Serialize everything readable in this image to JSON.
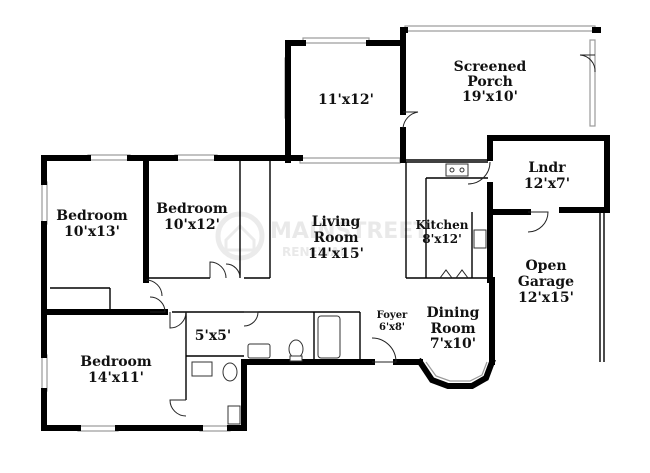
{
  "rooms": {
    "screened_porch": {
      "name": "Screened Porch",
      "line1": "Screened",
      "line2": "Porch",
      "size": "19'x10'"
    },
    "room_11x12": {
      "size": "11'x12'"
    },
    "laundry": {
      "name": "Lndr",
      "size": "12'x7'"
    },
    "bedroom_left": {
      "name": "Bedroom",
      "size": "10'x13'"
    },
    "bedroom_middle": {
      "name": "Bedroom",
      "size": "10'x12'"
    },
    "living_room": {
      "line1": "Living",
      "line2": "Room",
      "size": "14'x15'"
    },
    "kitchen": {
      "name": "Kitchen",
      "size": "8'x12'"
    },
    "open_garage": {
      "line1": "Open",
      "line2": "Garage",
      "size": "12'x15'"
    },
    "foyer": {
      "name": "Foyer",
      "size": "6'x8'"
    },
    "dining_room": {
      "line1": "Dining",
      "line2": "Room",
      "size": "7'x10'"
    },
    "bath": {
      "size": "5'x5'"
    },
    "bedroom_bottom": {
      "name": "Bedroom",
      "size": "14'x11'"
    }
  }
}
